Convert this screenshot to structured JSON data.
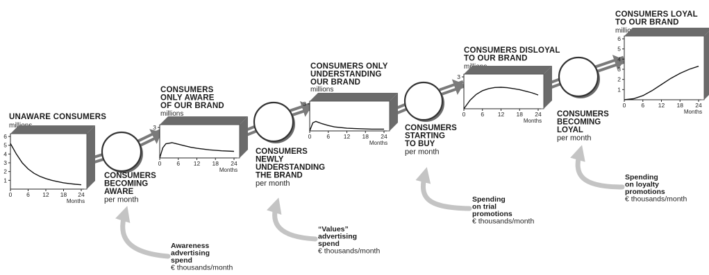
{
  "stocks": [
    {
      "title_lines": [
        "UNAWARE CONSUMERS"
      ],
      "unit": "millions",
      "yticks": [
        "6",
        "5",
        "4",
        "3",
        "2",
        "1"
      ],
      "xticks": [
        "0",
        "6",
        "12",
        "18",
        "24"
      ],
      "xlabel": "Months",
      "curve": [
        [
          0,
          5.2
        ],
        [
          2,
          4.0
        ],
        [
          4,
          3.0
        ],
        [
          6,
          2.3
        ],
        [
          8,
          1.8
        ],
        [
          10,
          1.45
        ],
        [
          12,
          1.2
        ],
        [
          14,
          1.0
        ],
        [
          16,
          0.85
        ],
        [
          18,
          0.72
        ],
        [
          20,
          0.62
        ],
        [
          22,
          0.55
        ],
        [
          24,
          0.5
        ]
      ]
    },
    {
      "title_lines": [
        "CONSUMERS",
        "ONLY AWARE",
        "OF OUR BRAND"
      ],
      "unit": "millions",
      "yticks": [
        "3"
      ],
      "xticks": [
        "0",
        "6",
        "12",
        "18",
        "24"
      ],
      "xlabel": "Months",
      "curve": [
        [
          0,
          0
        ],
        [
          1,
          1.0
        ],
        [
          2,
          1.4
        ],
        [
          4,
          1.5
        ],
        [
          6,
          1.35
        ],
        [
          8,
          1.2
        ],
        [
          10,
          1.05
        ],
        [
          12,
          0.95
        ],
        [
          16,
          0.8
        ],
        [
          20,
          0.7
        ],
        [
          24,
          0.65
        ]
      ]
    },
    {
      "title_lines": [
        "CONSUMERS ONLY",
        "UNDERSTANDING",
        "OUR BRAND"
      ],
      "unit": "millions",
      "yticks": [
        "3"
      ],
      "xticks": [
        "0",
        "6",
        "12",
        "18",
        "24"
      ],
      "xlabel": "Months",
      "curve": [
        [
          0,
          0
        ],
        [
          1,
          0.9
        ],
        [
          2,
          1.05
        ],
        [
          4,
          0.8
        ],
        [
          6,
          0.6
        ],
        [
          8,
          0.45
        ],
        [
          12,
          0.3
        ],
        [
          16,
          0.25
        ],
        [
          20,
          0.2
        ],
        [
          24,
          0.2
        ]
      ]
    },
    {
      "title_lines": [
        "CONSUMERS DISLOYAL",
        "TO OUR BRAND"
      ],
      "unit": "millions",
      "yticks": [
        "3"
      ],
      "xticks": [
        "0",
        "6",
        "12",
        "18",
        "24"
      ],
      "xlabel": "Months",
      "curve": [
        [
          0,
          0
        ],
        [
          2,
          0.8
        ],
        [
          4,
          1.35
        ],
        [
          6,
          1.7
        ],
        [
          8,
          1.9
        ],
        [
          10,
          2.0
        ],
        [
          12,
          2.02
        ],
        [
          14,
          1.98
        ],
        [
          16,
          1.9
        ],
        [
          18,
          1.8
        ],
        [
          20,
          1.65
        ],
        [
          22,
          1.5
        ],
        [
          24,
          1.3
        ]
      ]
    },
    {
      "title_lines": [
        "CONSUMERS LOYAL",
        "TO OUR BRAND"
      ],
      "unit": "millions",
      "yticks": [
        "6",
        "5",
        "4",
        "3",
        "2",
        "1"
      ],
      "xticks": [
        "0",
        "6",
        "12",
        "18",
        "24"
      ],
      "xlabel": "Months",
      "curve": [
        [
          0,
          0
        ],
        [
          3,
          0.1
        ],
        [
          6,
          0.4
        ],
        [
          9,
          0.9
        ],
        [
          12,
          1.5
        ],
        [
          15,
          2.1
        ],
        [
          18,
          2.6
        ],
        [
          21,
          3.0
        ],
        [
          24,
          3.3
        ]
      ]
    }
  ],
  "flows": [
    {
      "label_lines": [
        "CONSUMERS",
        "BECOMING",
        "AWARE"
      ],
      "unit": "per month"
    },
    {
      "label_lines": [
        "CONSUMERS",
        "NEWLY",
        "UNDERSTANDING",
        "THE BRAND"
      ],
      "unit": "per month"
    },
    {
      "label_lines": [
        "CONSUMERS",
        "STARTING",
        "TO BUY"
      ],
      "unit": "per month"
    },
    {
      "label_lines": [
        "CONSUMERS",
        "BECOMING",
        "LOYAL"
      ],
      "unit": "per month"
    }
  ],
  "spend": [
    {
      "label_lines": [
        "Awareness",
        "advertising",
        "spend"
      ],
      "unit": "€ thousands/month"
    },
    {
      "label_lines": [
        "“Values”",
        "advertising",
        "spend"
      ],
      "unit": "€ thousands/month"
    },
    {
      "label_lines": [
        "Spending",
        "on trial",
        "promotions"
      ],
      "unit": "€ thousands/month"
    },
    {
      "label_lines": [
        "Spending",
        "on loyalty",
        "promotions"
      ],
      "unit": "€ thousands/month"
    }
  ],
  "colors": {
    "stock_face": "#ffffff",
    "stock_edge": "#555555",
    "stock_shadow": "#6b6b6b",
    "pipe": "#7a7a7a",
    "valve": "#ffffff",
    "spend_arrow": "#c4c4c4",
    "ink": "#1a1a1a"
  }
}
